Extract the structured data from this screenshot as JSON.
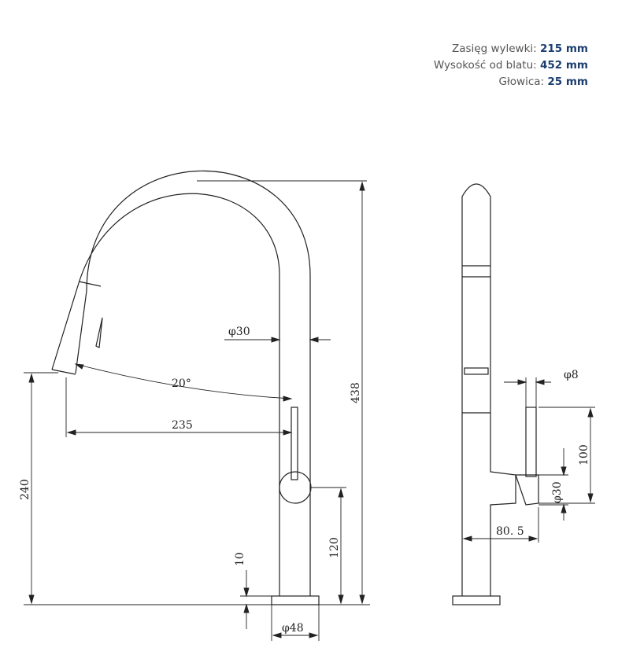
{
  "specs": [
    {
      "label": "Zasięg wylewki:",
      "value": "215 mm"
    },
    {
      "label": "Wysokość od blatu:",
      "value": "452 mm"
    },
    {
      "label": "Głowica:",
      "value": "25 mm"
    }
  ],
  "dimensions": {
    "d30_top": "φ30",
    "angle": "20°",
    "reach": "235",
    "height_total": "438",
    "height_spout": "240",
    "height_handle": "120",
    "base_thickness": "10",
    "d48": "φ48",
    "d8": "φ8",
    "handle_len": "100",
    "d30_side": "φ30",
    "offset": "80. 5"
  }
}
